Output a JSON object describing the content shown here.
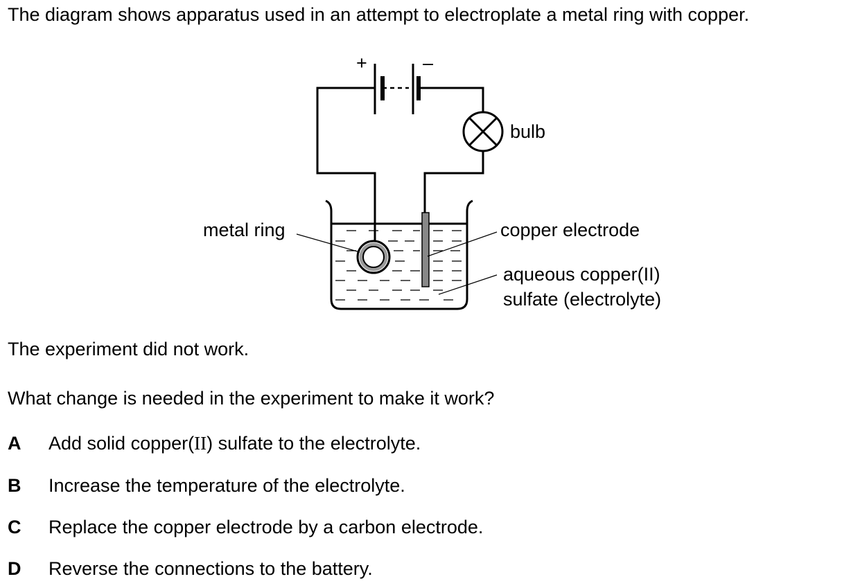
{
  "question": {
    "intro": "The diagram shows apparatus used in an attempt to electroplate a metal ring with copper.",
    "statement": "The experiment did not work.",
    "prompt": "What change is needed in the experiment to make it work?"
  },
  "diagram": {
    "labels": {
      "plus": "+",
      "minus": "–",
      "bulb": "bulb",
      "metal_ring": "metal ring",
      "copper_electrode": "copper electrode",
      "electrolyte_line1": "aqueous copper(II)",
      "electrolyte_line2": "sulfate (electrolyte)"
    }
  },
  "options": [
    {
      "letter": "A",
      "text_before": "Add solid copper(",
      "roman": "II",
      "text_after": ") sulfate to the electrolyte."
    },
    {
      "letter": "B",
      "text": "Increase the temperature of the electrolyte."
    },
    {
      "letter": "C",
      "text": "Replace the copper electrode by a carbon electrode."
    },
    {
      "letter": "D",
      "text": "Reverse the connections to the battery."
    }
  ]
}
